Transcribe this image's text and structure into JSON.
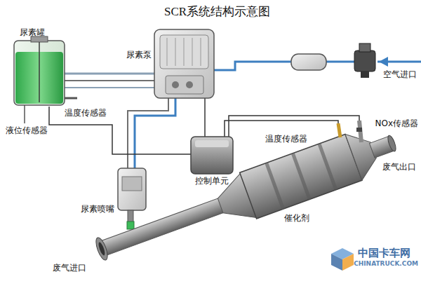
{
  "diagram": {
    "title": "SCR系统结构示意图",
    "labels": [
      "尿素罐",
      "尿素泵",
      "空气进口",
      "温度传感器",
      "液位传感器",
      "控制单元",
      "温度传感器",
      "NOx传感器",
      "废气出口",
      "尿素喷嘴",
      "催化剂",
      "废气进口",
      "中国卡车网",
      "CHINATRUCK.COM"
    ]
  }
}
